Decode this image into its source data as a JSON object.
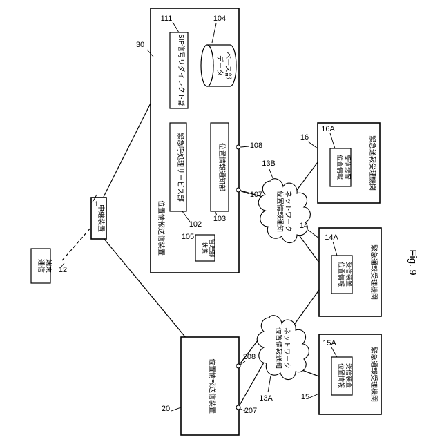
{
  "figure_label": "Fig. 9",
  "nodes": {
    "comm_terminal": {
      "label_lines": [
        "通信",
        "端末"
      ],
      "ref": "12"
    },
    "relay": {
      "label": "中継装置",
      "ref": "11"
    },
    "sender_30": {
      "ref": "30",
      "title": "位置情報送信装置",
      "sip": {
        "label": "SIP信号リダイレクト部",
        "ref": "111"
      },
      "db": {
        "label_lines": [
          "データ",
          "ベース部"
        ],
        "ref": "104"
      },
      "emergency": {
        "label": "緊急呼処理サービス部",
        "ref": "102"
      },
      "notify": {
        "label": "位置情報通知部",
        "ref": "103"
      },
      "status": {
        "label_lines": [
          "状態",
          "管理部"
        ],
        "ref": "105"
      },
      "port_108": "108",
      "port_107": "107"
    },
    "sender_20": {
      "label": "位置情報送信装置",
      "ref": "20",
      "port_208": "208",
      "port_207": "207"
    },
    "network_13B": {
      "label_lines": [
        "位置情報通知",
        "ネットワーク"
      ],
      "ref": "13B"
    },
    "network_13A": {
      "label_lines": [
        "位置情報通知",
        "ネットワーク"
      ],
      "ref": "13A"
    },
    "agency_16": {
      "label": "緊急通報受理機関",
      "ref": "16",
      "receiver": {
        "label_lines": [
          "位置情報",
          "受信装置"
        ],
        "ref": "16A"
      }
    },
    "agency_14": {
      "label": "緊急通報受理機関",
      "ref": "14",
      "receiver": {
        "label_lines": [
          "位置情報",
          "受信装置"
        ],
        "ref": "14A"
      }
    },
    "agency_15": {
      "label": "緊急通報受理機関",
      "ref": "15",
      "receiver": {
        "label_lines": [
          "位置情報",
          "受信装置"
        ],
        "ref": "15A"
      }
    }
  }
}
